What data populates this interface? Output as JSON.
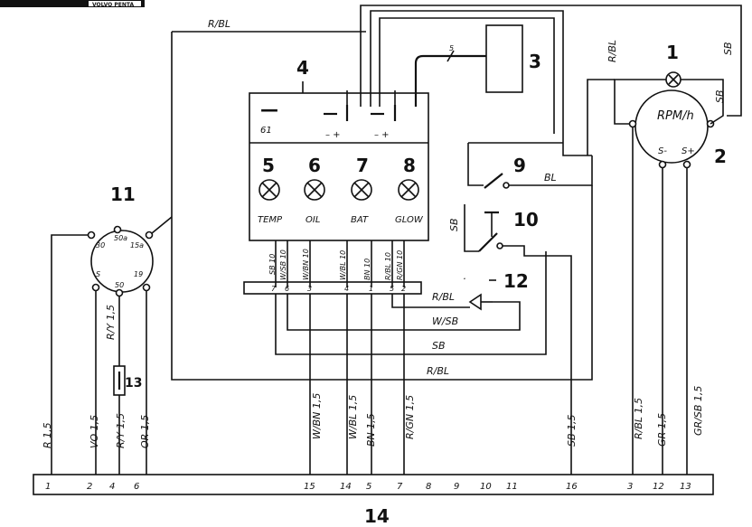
{
  "logo_text": "VOLVO PENTA",
  "component_numbers": {
    "n1": "1",
    "n2": "2",
    "n3": "3",
    "n4": "4",
    "n5": "5",
    "n6": "6",
    "n7": "7",
    "n8": "8",
    "n9": "9",
    "n10": "10",
    "n11": "11",
    "n12": "12",
    "n13": "13",
    "n14": "14"
  },
  "panel": {
    "label_61": "61",
    "sign_minus": "—",
    "sign_minus_plus_1": "– +",
    "sign_minus_plus_2": "– +",
    "lamp_labels": [
      "TEMP",
      "OIL",
      "BAT",
      "GLOW"
    ]
  },
  "rpm": {
    "label": "RPM/h",
    "s_minus": "S-",
    "s_plus": "S+"
  },
  "switch11": {
    "pins": [
      "30",
      "50a",
      "15a",
      "S",
      "50",
      "19"
    ]
  },
  "panel_pin_row": [
    "7",
    "6",
    "3",
    "4",
    "1",
    "5",
    "2"
  ],
  "terminal_labels": [
    "1",
    "2",
    "4",
    "6",
    "15",
    "14",
    "5",
    "7",
    "8",
    "9",
    "10",
    "11",
    "16",
    "3",
    "12",
    "13"
  ],
  "wire_labels": {
    "top_rbl": "R/BL",
    "rbl_right": "R/BL",
    "sb_far_right": "SB",
    "sb_rpm": "SB",
    "wire5": "5",
    "bl": "BL",
    "sb_left10": "SB",
    "rbl_buzzer": "R/BL",
    "wsb_bottom": "W/SB",
    "sb_bottom": "SB",
    "rbl_bottom": "R/BL",
    "sb10": "SB 10",
    "wsb10": "W/SB 10",
    "wbn10": "W/BN 10",
    "wbl10": "W/BL 10",
    "bn10": "BN 10",
    "rbl10": "R/BL 10",
    "rgn10": "R/GN 10",
    "ry15_upper": "R/Y 1,5",
    "r15": "R 1,5",
    "vo15": "VO 1,5",
    "ry15": "R/Y 1,5",
    "or15": "OR 1,5",
    "wbn15": "W/BN 1,5",
    "wbl15": "W/BL 1,5",
    "bn15": "BN 1,5",
    "rgn15": "R/GN 1,5",
    "sb15": "SB 1,5",
    "rbl15": "R/BL 1,5",
    "gr15": "GR 1,5",
    "grsb15": "GR/SB 1,5"
  }
}
